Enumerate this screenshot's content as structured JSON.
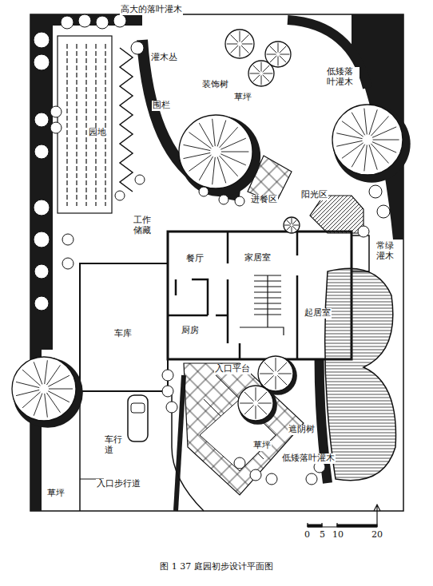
{
  "diagram": {
    "caption": "图 1 37  庭园初步设计平面图",
    "labels": [
      "高大的落叶灌木",
      "灌木丛",
      "装饰树",
      "草坪",
      "低矮落叶灌木",
      "围栏",
      "园地",
      "阳光区",
      "进餐区",
      "工作储藏",
      "常绿灌木",
      "餐厅",
      "家居室",
      "起居室",
      "厨房",
      "车库",
      "入口平台",
      "遮阴树",
      "草坪",
      "低矮落叶灌木",
      "车行道",
      "入口步行道",
      "草坪",
      "0",
      "5",
      "10",
      "20"
    ]
  }
}
